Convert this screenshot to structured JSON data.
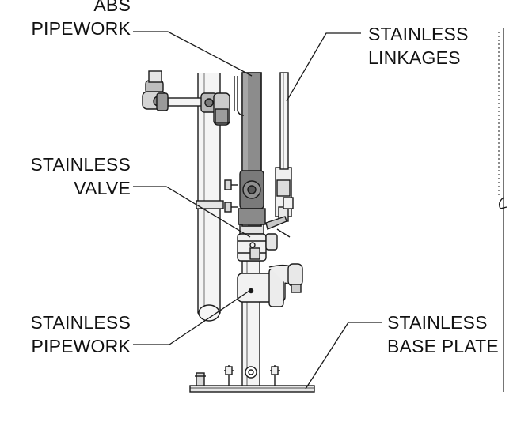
{
  "diagram": {
    "callouts": {
      "abs_pipework": {
        "line1": "ABS",
        "line2": "PIPEWORK"
      },
      "stainless_linkages": {
        "line1": "STAINLESS",
        "line2": "LINKAGES"
      },
      "stainless_valve": {
        "line1": "STAINLESS",
        "line2": "VALVE"
      },
      "stainless_pipework": {
        "line1": "STAINLESS",
        "line2": "PIPEWORK"
      },
      "stainless_base_plate": {
        "line1": "STAINLESS",
        "line2": "BASE PLATE"
      }
    },
    "colors": {
      "line": "#1a1a1a",
      "abs_pipe": "#8c8c8c",
      "abs_pipe_dark": "#6e6e6e",
      "steel": "#f4f4f4",
      "steel_shade": "#cfcfcf"
    }
  }
}
